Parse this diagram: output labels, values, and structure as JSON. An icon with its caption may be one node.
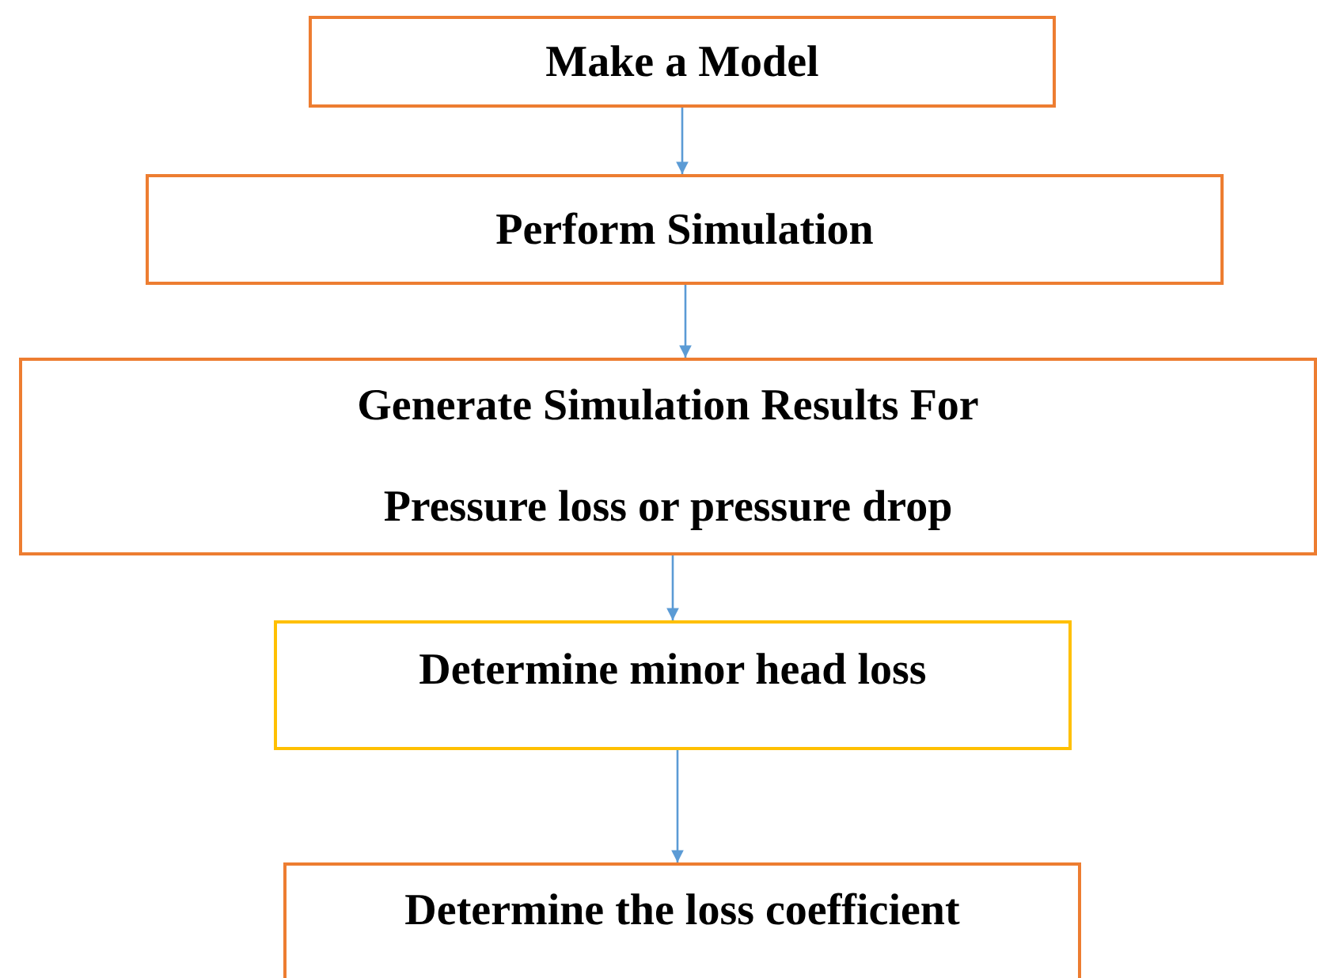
{
  "diagram": {
    "nodes": [
      {
        "text": [
          "Make a Model"
        ]
      },
      {
        "text": [
          "Perform Simulation"
        ]
      },
      {
        "text": [
          "Generate Simulation Results For",
          "Pressure loss or pressure drop"
        ]
      },
      {
        "text": [
          "Determine minor head loss"
        ]
      },
      {
        "text": [
          "Determine the loss coefficient"
        ]
      }
    ],
    "edges": [
      {
        "from": 0,
        "to": 1,
        "arrow": "to"
      },
      {
        "from": 1,
        "to": 2,
        "arrow": "to"
      },
      {
        "from": 2,
        "to": 3,
        "arrow": "to"
      },
      {
        "from": 3,
        "to": 4,
        "arrow": "to"
      }
    ]
  }
}
